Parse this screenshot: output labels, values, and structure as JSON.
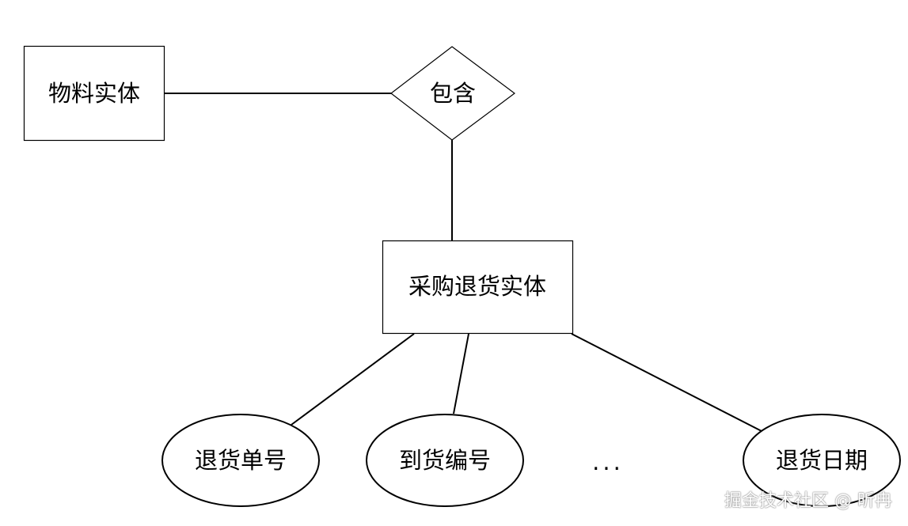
{
  "diagram": {
    "entities": {
      "material": "物料实体",
      "purchase_return": "采购退货实体"
    },
    "relationship": "包含",
    "attributes": {
      "return_number": "退货单号",
      "arrival_number": "到货编号",
      "ellipsis": "...",
      "return_date": "退货日期"
    }
  },
  "watermark": "掘金技术社区 @ 昕冉"
}
